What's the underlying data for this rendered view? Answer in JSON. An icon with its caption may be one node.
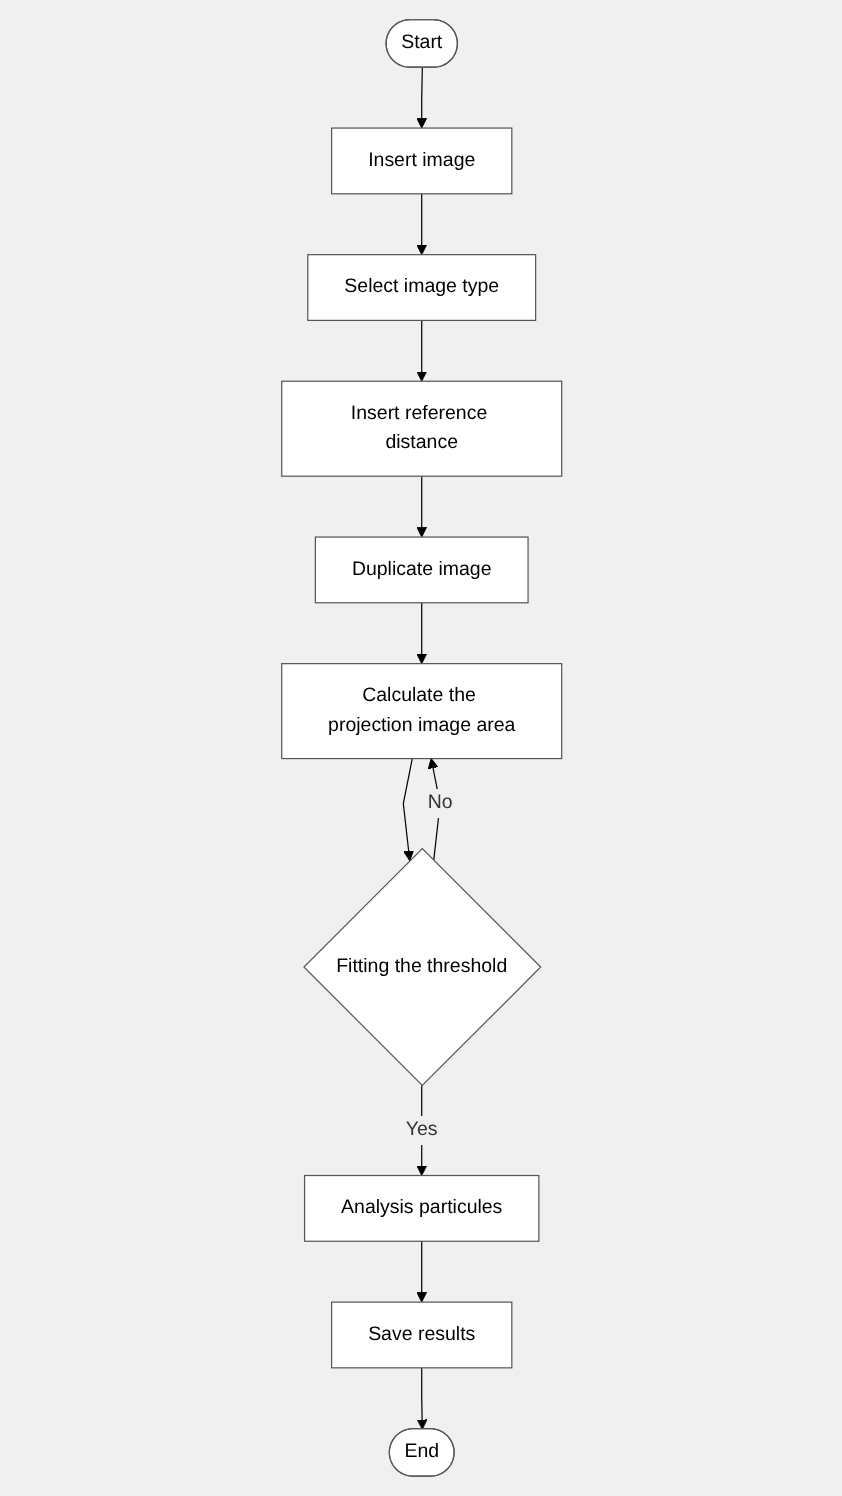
{
  "diagram": {
    "nodes": [
      {
        "text": [
          "Start"
        ]
      },
      {
        "text": [
          "Insert image"
        ]
      },
      {
        "text": [
          "Select image type"
        ]
      },
      {
        "text": [
          "Insert reference distance"
        ]
      },
      {
        "text": [
          "Duplicate image"
        ]
      },
      {
        "text": [
          "Calculate the projection image area"
        ]
      },
      {
        "text": [
          "Fitting the threshold"
        ]
      },
      {
        "text": [
          "Analysis particules"
        ]
      },
      {
        "text": [
          "Save results"
        ]
      },
      {
        "text": [
          "End"
        ]
      }
    ],
    "edges": [
      {
        "from": 0,
        "to": 1,
        "arrow": "to"
      },
      {
        "from": 1,
        "to": 2,
        "arrow": "to"
      },
      {
        "from": 2,
        "to": 3,
        "arrow": "to"
      },
      {
        "from": 3,
        "to": 4,
        "arrow": "to"
      },
      {
        "from": 4,
        "to": 5,
        "arrow": "to"
      },
      {
        "from": 5,
        "to": 6,
        "arrow": "to"
      },
      {
        "from": 6,
        "to": 5,
        "arrow": "to",
        "label": "No"
      },
      {
        "from": 6,
        "to": 7,
        "arrow": "to",
        "label": "Yes"
      },
      {
        "from": 7,
        "to": 8,
        "arrow": "to"
      },
      {
        "from": 8,
        "to": 9,
        "arrow": "to"
      }
    ]
  }
}
